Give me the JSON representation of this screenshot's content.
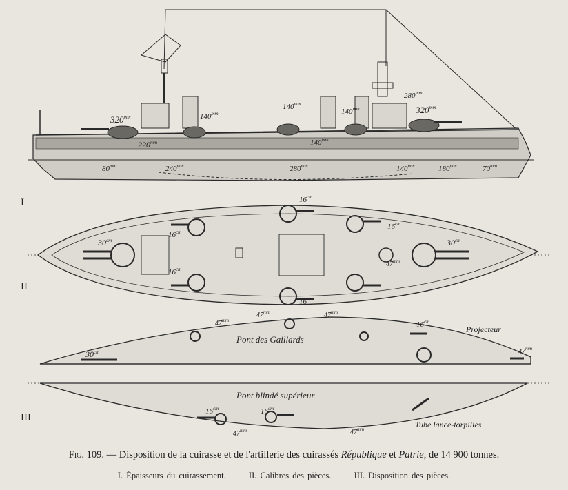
{
  "roman": {
    "I": "I",
    "II": "II",
    "III": "III"
  },
  "armor": {
    "a320f": "320",
    "a140a": "140",
    "a140b": "140",
    "a140c": "140",
    "a140d": "140",
    "a220": "220",
    "a280top": "280",
    "a320r": "320",
    "a80": "80",
    "a240": "240",
    "a280": "280",
    "a140e": "140",
    "a180": "180",
    "a70": "70",
    "unit": "mm"
  },
  "guns": {
    "g16a": "16",
    "g16b": "16",
    "g16c": "16",
    "g16d": "16",
    "g16e": "16",
    "g30a": "30",
    "g30b": "30",
    "g47": "47",
    "unit": "cm",
    "unit_mm": "mm"
  },
  "deck": {
    "pont_gaillards": "Pont des Gaillards",
    "projecteur": "Projecteur",
    "g30": "30",
    "g16": "16",
    "m47a": "47",
    "m47b": "47",
    "m47c": "47",
    "m47d": "47"
  },
  "lower": {
    "pont_blinde": "Pont blindé supérieur",
    "tube": "Tube lance-torpilles",
    "g16a": "16",
    "g16b": "16",
    "m47a": "47",
    "m47b": "47"
  },
  "caption": {
    "fig": "Fig. 109.",
    "text_a": " — Disposition de la cuirasse et de l'artillerie des cuirassés ",
    "ship1": "République",
    "et": " et ",
    "ship2": "Patrie",
    "text_b": ", de 14 900 tonnes."
  },
  "legend": {
    "i": "I. Épaisseurs du cuirassement.",
    "ii": "II. Calibres des pièces.",
    "iii": "III. Disposition des pièces."
  }
}
